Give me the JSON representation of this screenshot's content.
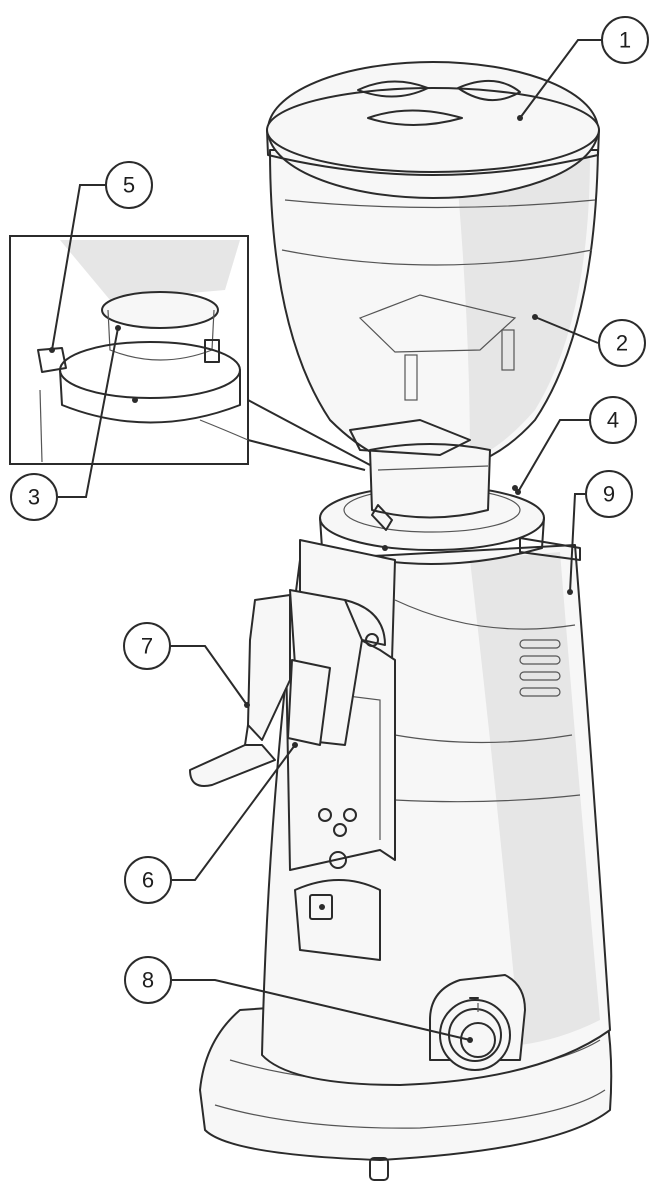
{
  "callouts": [
    {
      "id": "1",
      "label": "1"
    },
    {
      "id": "2",
      "label": "2"
    },
    {
      "id": "3",
      "label": "3"
    },
    {
      "id": "4",
      "label": "4"
    },
    {
      "id": "5",
      "label": "5"
    },
    {
      "id": "6",
      "label": "6"
    },
    {
      "id": "7",
      "label": "7"
    },
    {
      "id": "8",
      "label": "8"
    },
    {
      "id": "9",
      "label": "9"
    }
  ],
  "colors": {
    "line": "#2b2b2b",
    "body_fill": "#f7f7f7",
    "shade": "#e6e6e6"
  }
}
